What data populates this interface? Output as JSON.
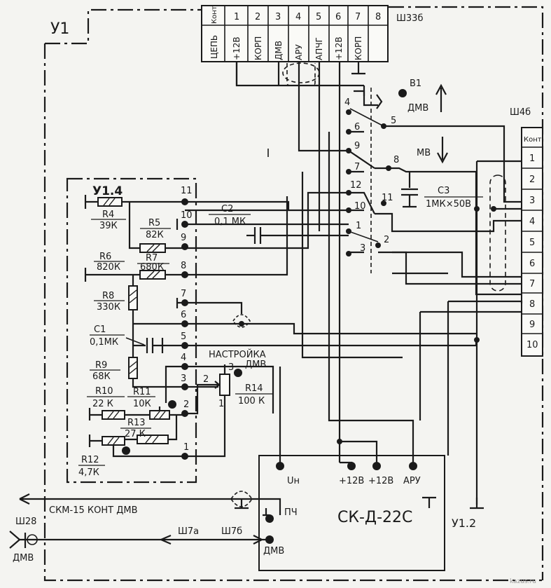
{
  "blocks": {
    "u1": "У1",
    "u1_4": "У1.4",
    "u1_2": "У1.2"
  },
  "connectors": {
    "sh33": {
      "name": "Ш33б",
      "header": "Конт",
      "row_label": "ЦЕПЬ",
      "pins": [
        "1",
        "2",
        "3",
        "4",
        "5",
        "6",
        "7",
        "8"
      ],
      "signals": [
        "+12В",
        "КОРП",
        "ДМВ",
        "АРУ",
        "АПЧГ",
        "+12В",
        "КОРП",
        ""
      ]
    },
    "sh4": {
      "name": "Ш4б",
      "header": "Конт",
      "pins": [
        "1",
        "2",
        "3",
        "4",
        "5",
        "6",
        "7",
        "8",
        "9",
        "10"
      ]
    },
    "sh28": "Ш28",
    "sh7a": "Ш7а",
    "sh7b": "Ш7б"
  },
  "switch": {
    "name": "В1",
    "dmv": "ДМВ",
    "mv": "МВ",
    "contacts": [
      "1",
      "2",
      "3",
      "4",
      "5",
      "6",
      "7",
      "8",
      "9",
      "10",
      "11",
      "12"
    ]
  },
  "parts": {
    "r4": {
      "ref": "R4",
      "val": "39К"
    },
    "r5": {
      "ref": "R5",
      "val": "82К"
    },
    "r6": {
      "ref": "R6",
      "val": "820К"
    },
    "r7": {
      "ref": "R7",
      "val": "680К"
    },
    "r8": {
      "ref": "R8",
      "val": "330К"
    },
    "c1": {
      "ref": "C1",
      "val": "0,1МК"
    },
    "r9": {
      "ref": "R9",
      "val": "68К"
    },
    "r10": {
      "ref": "R10",
      "val": "22 К"
    },
    "r11": {
      "ref": "R11",
      "val": "10К"
    },
    "r13": {
      "ref": "R13",
      "val": "27 К"
    },
    "r12": {
      "ref": "R12",
      "val": "4,7К"
    },
    "r14": {
      "ref": "R14",
      "val": "100 К"
    },
    "c2": {
      "ref": "C2",
      "val": "0,1 МК"
    },
    "c3": {
      "ref": "C3",
      "val": "1МК×50В"
    }
  },
  "u14_pins": [
    "11",
    "10",
    "9",
    "8",
    "7",
    "6",
    "5",
    "4",
    "3",
    "2",
    "1"
  ],
  "tuning": {
    "line1": "НАСТРОЙКА",
    "line2": "ДМВ"
  },
  "pot_pins": [
    "1",
    "2",
    "3"
  ],
  "module": {
    "name": "СК-Д-22С",
    "pins": {
      "un": "Uн",
      "p12a": "+12В",
      "p12b": "+12В",
      "aru": "АРУ",
      "pch": "ПЧ",
      "dmv": "ДМВ"
    }
  },
  "skm_label": "СКМ-15 КОНТ ДМВ",
  "antenna_label": "ДМВ",
  "watermark": "kazus.ru"
}
